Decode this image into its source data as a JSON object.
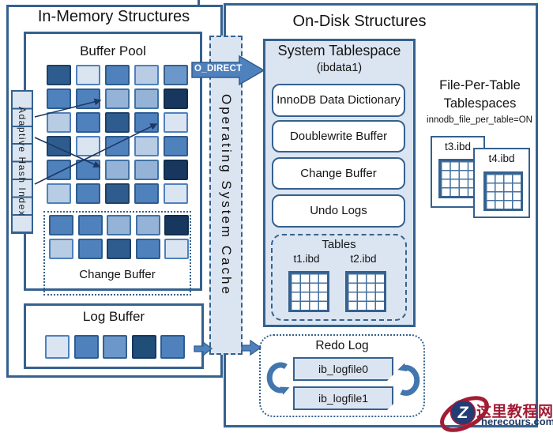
{
  "palette": {
    "verylight": {
      "fill": "#dbe5f1",
      "border": "#4f81bd"
    },
    "light": {
      "fill": "#b8cce4",
      "border": "#4f81bd"
    },
    "lightmed": {
      "fill": "#95b3d7",
      "border": "#4173a5"
    },
    "medlight": {
      "fill": "#6b97ca",
      "border": "#35618f"
    },
    "medium": {
      "fill": "#4f81bd",
      "border": "#2e5c8f"
    },
    "dark": {
      "fill": "#2e5c8f",
      "border": "#1f4066"
    },
    "dark2": {
      "fill": "#1f4e79",
      "border": "#17375e"
    },
    "verydark": {
      "fill": "#17375e",
      "border": "#122c4b"
    }
  },
  "in_memory": {
    "title": "In-Memory Structures",
    "buffer_pool": {
      "title": "Buffer Pool",
      "grid": [
        [
          "dark",
          "verylight",
          "medium",
          "light",
          "medlight"
        ],
        [
          "medium",
          "medium",
          "lightmed",
          "lightmed",
          "verydark"
        ],
        [
          "light",
          "medium",
          "dark",
          "medium",
          "verylight"
        ],
        [
          "dark",
          "verylight",
          "medium",
          "light",
          "medium"
        ],
        [
          "medium",
          "medium",
          "lightmed",
          "lightmed",
          "verydark"
        ],
        [
          "light",
          "medium",
          "dark",
          "medium",
          "verylight"
        ]
      ]
    },
    "adaptive_hash_index": {
      "label": "Adaptive Hash Index"
    },
    "change_buffer": {
      "label": "Change Buffer",
      "grid": [
        [
          "medium",
          "medium",
          "lightmed",
          "lightmed",
          "verydark"
        ],
        [
          "light",
          "medium",
          "dark",
          "medium",
          "verylight"
        ]
      ]
    },
    "log_buffer": {
      "title": "Log Buffer",
      "cells": [
        "verylight",
        "medium",
        "medlight",
        "dark2",
        "medium"
      ]
    }
  },
  "os_cache": {
    "label": "Operating System Cache",
    "o_direct": "O_DIRECT"
  },
  "on_disk": {
    "title": "On-Disk Structures",
    "system_tablespace": {
      "title": "System Tablespace",
      "subtitle": "(ibdata1)",
      "components": [
        "InnoDB Data Dictionary",
        "Doublewrite Buffer",
        "Change Buffer",
        "Undo Logs"
      ],
      "tables": {
        "label": "Tables",
        "files": [
          "t1.ibd",
          "t2.ibd"
        ]
      }
    },
    "file_per_table": {
      "title_line1": "File-Per-Table",
      "title_line2": "Tablespaces",
      "note": "innodb_file_per_table=ON",
      "files": [
        "t3.ibd",
        "t4.ibd"
      ]
    },
    "redo_log": {
      "label": "Redo Log",
      "files": [
        "ib_logfile0",
        "ib_logfile1"
      ]
    }
  },
  "watermark": {
    "cn_text": "这里教程网",
    "site": "herecours.com",
    "logo_letter": "Z",
    "red": "#a21c35",
    "navy": "#1f3864"
  }
}
